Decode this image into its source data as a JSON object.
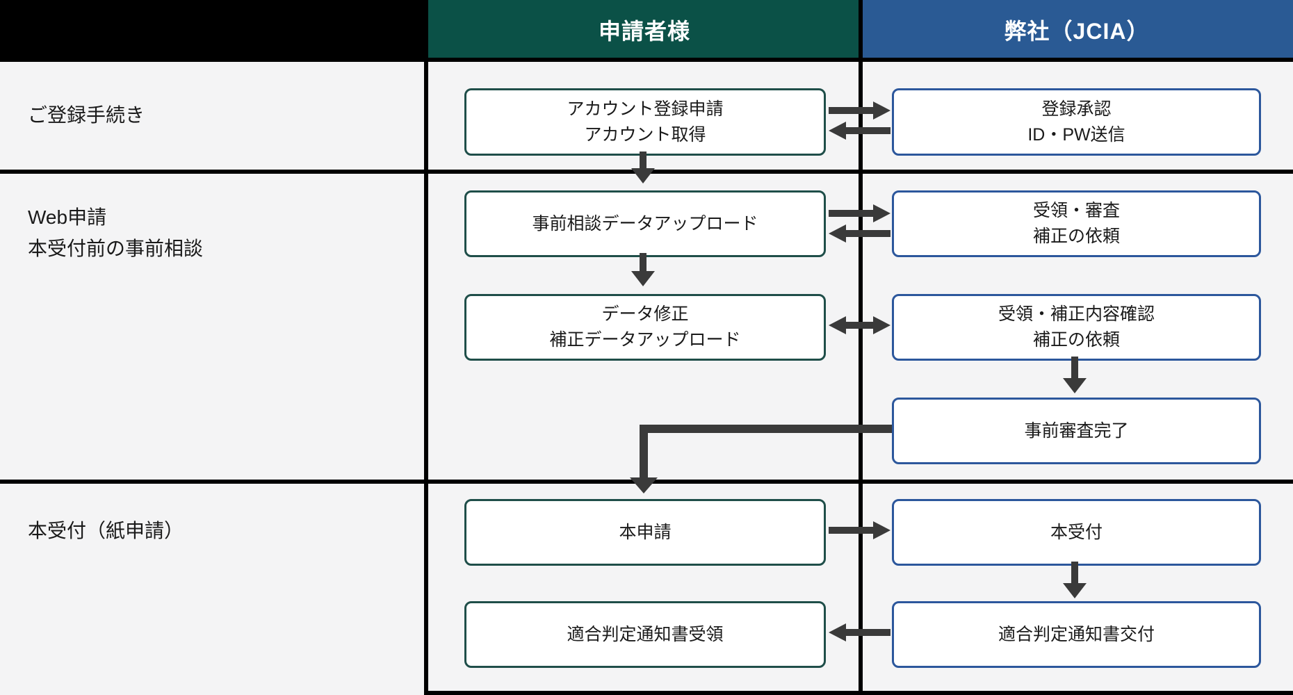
{
  "header": {
    "applicant_label": "申請者様",
    "company_label": "弊社（JCIA）"
  },
  "row_labels": {
    "registration": {
      "line1": "ご登録手続き"
    },
    "web_application": {
      "line1": "Web申請",
      "line2": "本受付前の事前相談"
    },
    "paper_application": {
      "line1": "本受付（紙申請）"
    }
  },
  "applicant_flow": {
    "account_request": {
      "line1": "アカウント登録申請",
      "line2": "アカウント取得"
    },
    "pre_consult_upload": {
      "line1": "事前相談データアップロード"
    },
    "data_correction": {
      "line1": "データ修正",
      "line2": "補正データアップロード"
    },
    "main_application": {
      "line1": "本申請"
    },
    "certificate_receive": {
      "line1": "適合判定通知書受領"
    }
  },
  "company_flow": {
    "registration_approval": {
      "line1": "登録承認",
      "line2": "ID・PW送信"
    },
    "receipt_review": {
      "line1": "受領・審査",
      "line2": "補正の依頼"
    },
    "correction_check": {
      "line1": "受領・補正内容確認",
      "line2": "補正の依頼"
    },
    "pre_review_complete": {
      "line1": "事前審査完了"
    },
    "main_reception": {
      "line1": "本受付"
    },
    "certificate_issue": {
      "line1": "適合判定通知書交付"
    }
  },
  "colors": {
    "background": "#f4f4f5",
    "grid_line": "#000000",
    "applicant_header_bg": "#0b5147",
    "company_header_bg": "#2a5a94",
    "applicant_box_border": "#1f4e49",
    "company_box_border": "#2c579c",
    "box_bg": "#ffffff",
    "header_text": "#ffffff",
    "arrow": "#3a3a3a"
  }
}
